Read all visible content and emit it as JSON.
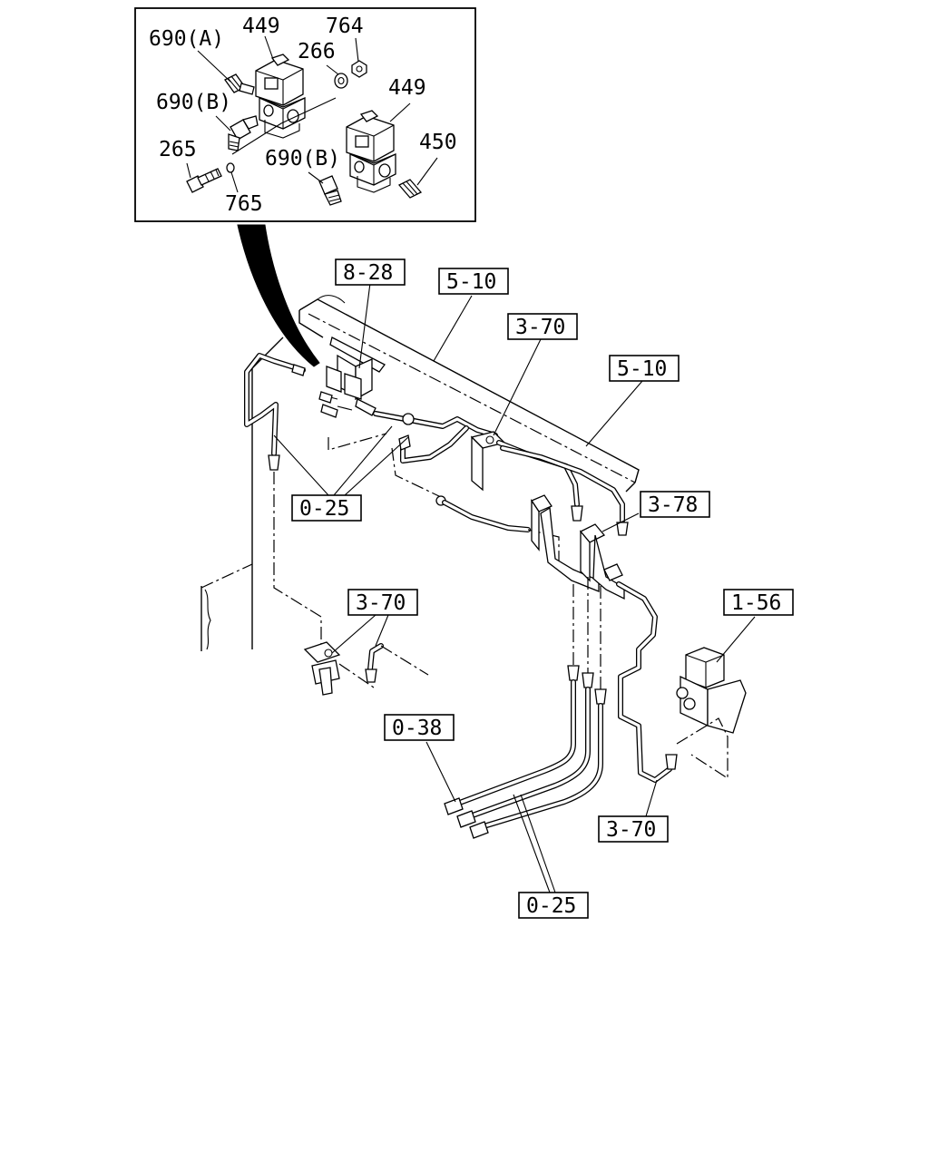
{
  "inset": {
    "callouts": [
      {
        "id": "690a-top",
        "text": "690(A)"
      },
      {
        "id": "449-top",
        "text": "449"
      },
      {
        "id": "764",
        "text": "764"
      },
      {
        "id": "266",
        "text": "266"
      },
      {
        "id": "690b-left",
        "text": "690(B)"
      },
      {
        "id": "449-right",
        "text": "449"
      },
      {
        "id": "265",
        "text": "265"
      },
      {
        "id": "450",
        "text": "450"
      },
      {
        "id": "690b-mid",
        "text": "690(B)"
      },
      {
        "id": "765",
        "text": "765"
      }
    ]
  },
  "references": [
    {
      "id": "ref-8-28",
      "text": "8-28"
    },
    {
      "id": "ref-5-10-a",
      "text": "5-10"
    },
    {
      "id": "ref-3-70-a",
      "text": "3-70"
    },
    {
      "id": "ref-5-10-b",
      "text": "5-10"
    },
    {
      "id": "ref-3-78",
      "text": "3-78"
    },
    {
      "id": "ref-0-25-a",
      "text": "0-25"
    },
    {
      "id": "ref-3-70-b",
      "text": "3-70"
    },
    {
      "id": "ref-1-56",
      "text": "1-56"
    },
    {
      "id": "ref-0-38",
      "text": "0-38"
    },
    {
      "id": "ref-3-70-c",
      "text": "3-70"
    },
    {
      "id": "ref-0-25-b",
      "text": "0-25"
    }
  ]
}
